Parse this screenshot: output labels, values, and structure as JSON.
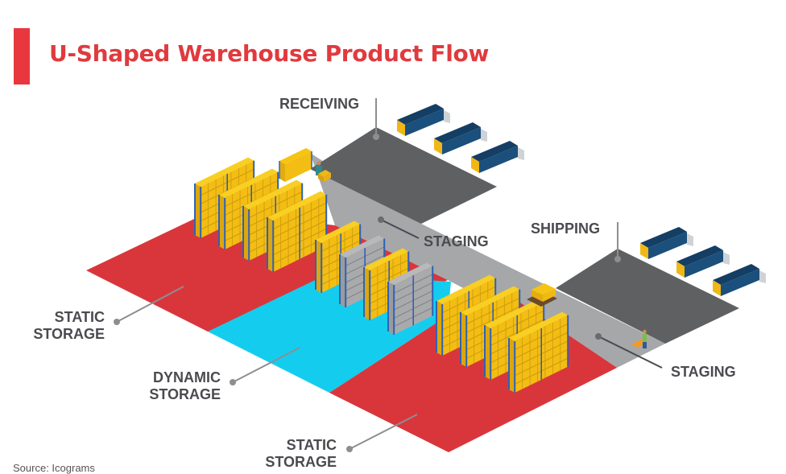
{
  "title": "U-Shaped Warehouse Product Flow",
  "source": "Source:  Icograms",
  "zones": {
    "receiving": "RECEIVING",
    "staging_top": "STAGING",
    "shipping": "SHIPPING",
    "staging_right": "STAGING",
    "static_storage_left": [
      "STATIC",
      "STORAGE"
    ],
    "dynamic_storage": [
      "DYNAMIC",
      "STORAGE"
    ],
    "static_storage_bottom": [
      "STATIC",
      "STORAGE"
    ]
  },
  "colors": {
    "accent": "#e8373e",
    "title": "#e03a3e",
    "static_storage": "#d9363c",
    "dynamic_storage": "#14cdee",
    "dock_area": "#5f6062",
    "staging_area": "#a6a7a9",
    "rack_box": "#f6c412",
    "rack_frame": "#2f62b3",
    "truck": "#1b4f7c",
    "label_text": "#4a4b4f"
  }
}
